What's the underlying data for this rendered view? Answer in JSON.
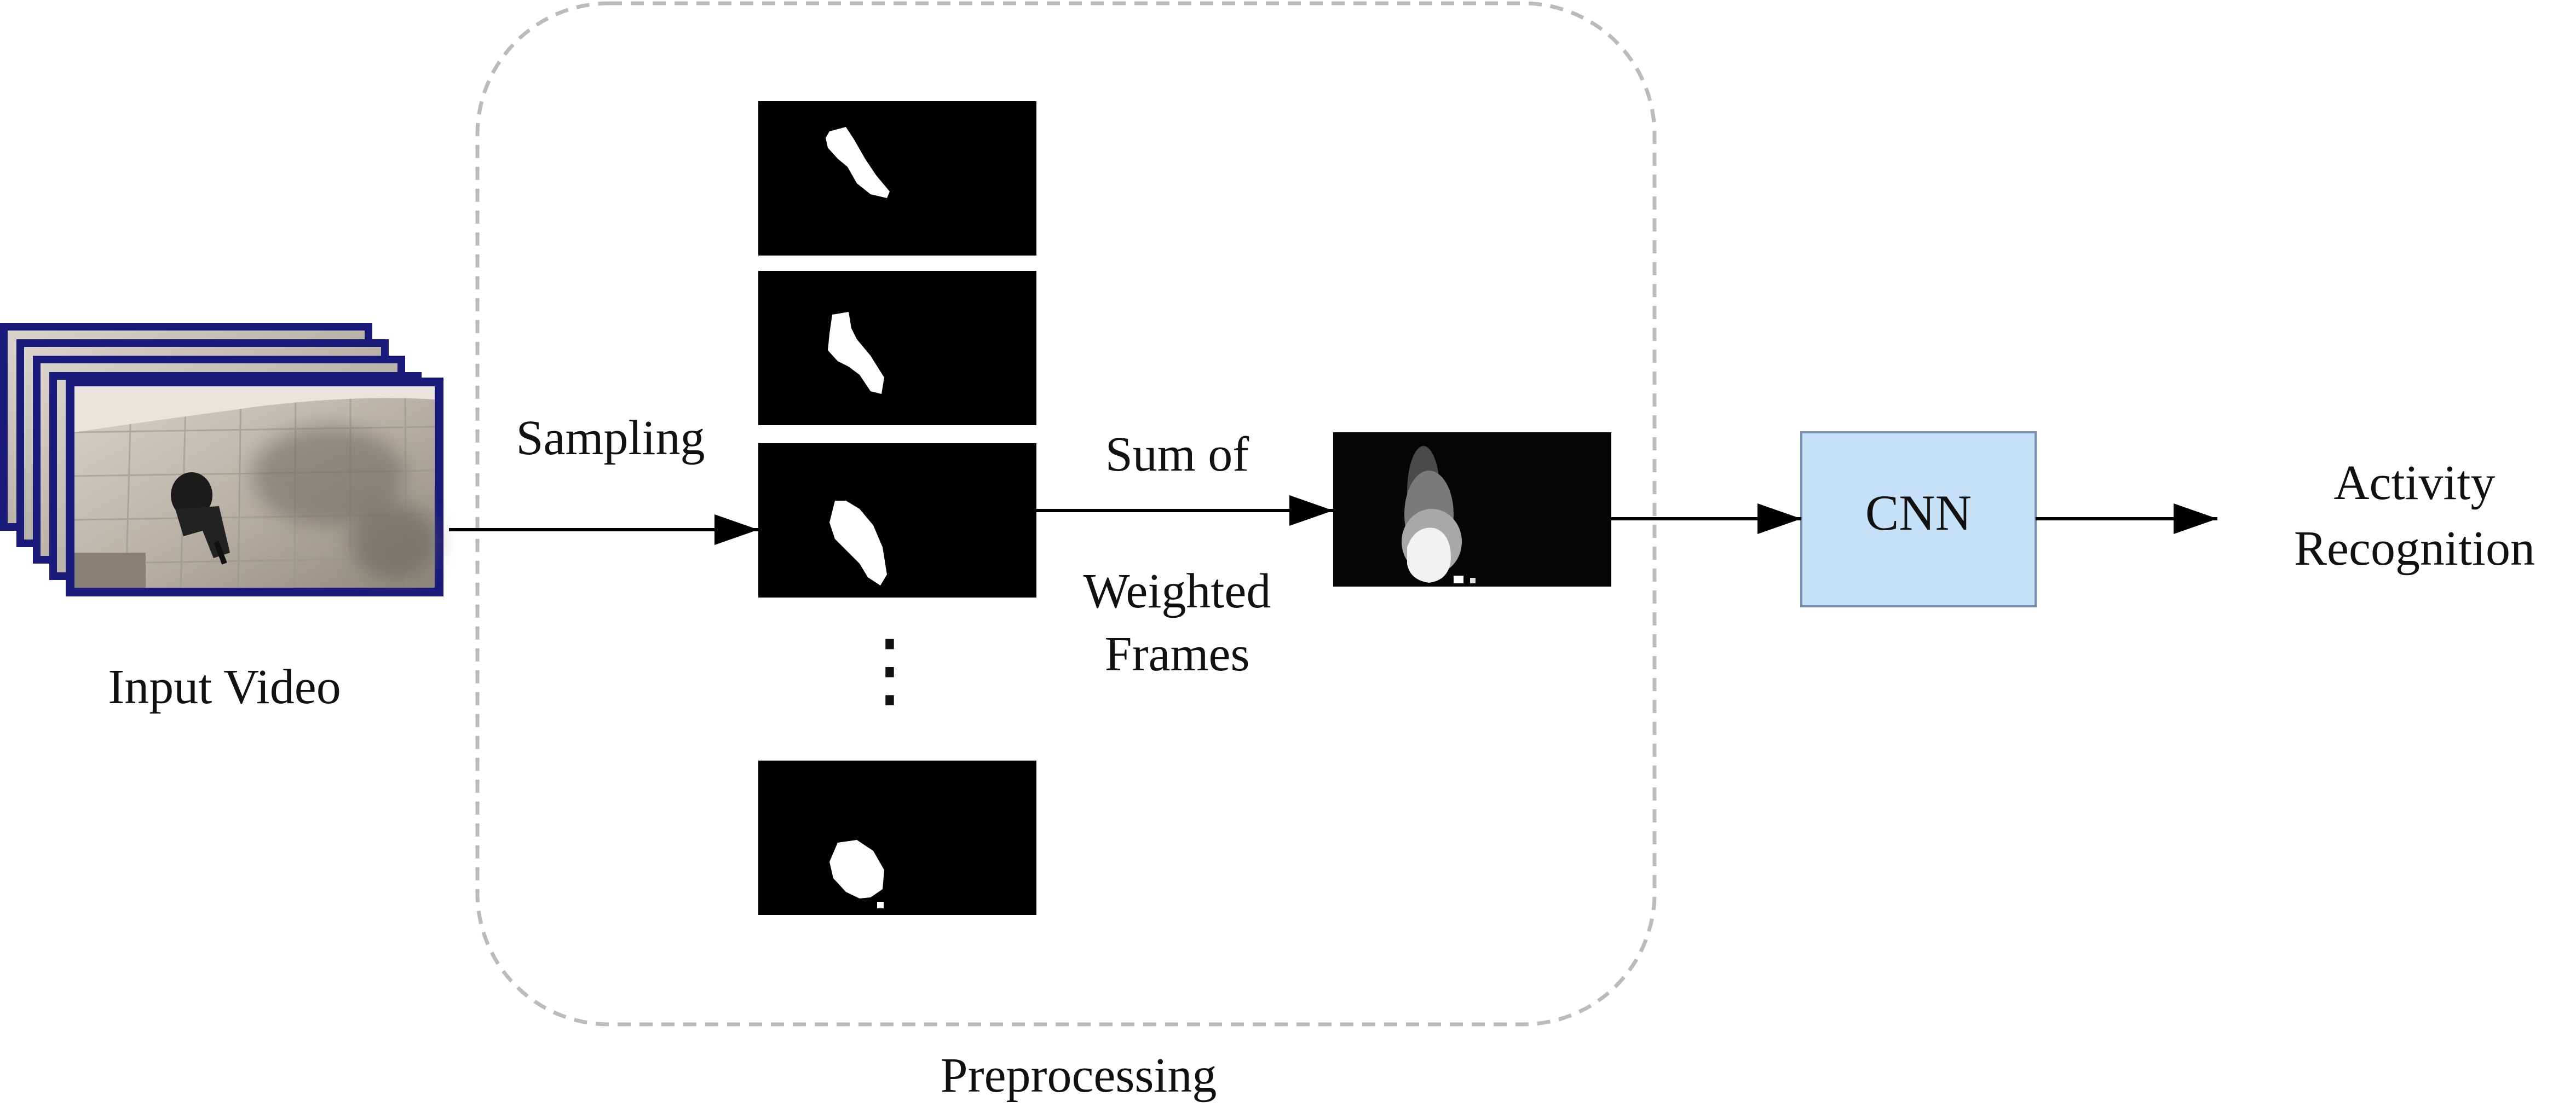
{
  "labels": {
    "input_video": "Input Video",
    "sampling": "Sampling",
    "sum_of": "Sum of",
    "weighted": "Weighted",
    "frames": "Frames",
    "cnn": "CNN",
    "activity": "Activity",
    "recognition": "Recognition",
    "preprocessing": "Preprocessing"
  },
  "ellipsis": "⋮",
  "colors": {
    "frame_border": "#1a1a7a",
    "cnn_fill": "#c6e0f7",
    "cnn_stroke": "#7a90b0",
    "group_outline": "#bbbbbb",
    "arrow": "#000000",
    "mask_background": "#000000",
    "mask_blob": "#ffffff"
  }
}
